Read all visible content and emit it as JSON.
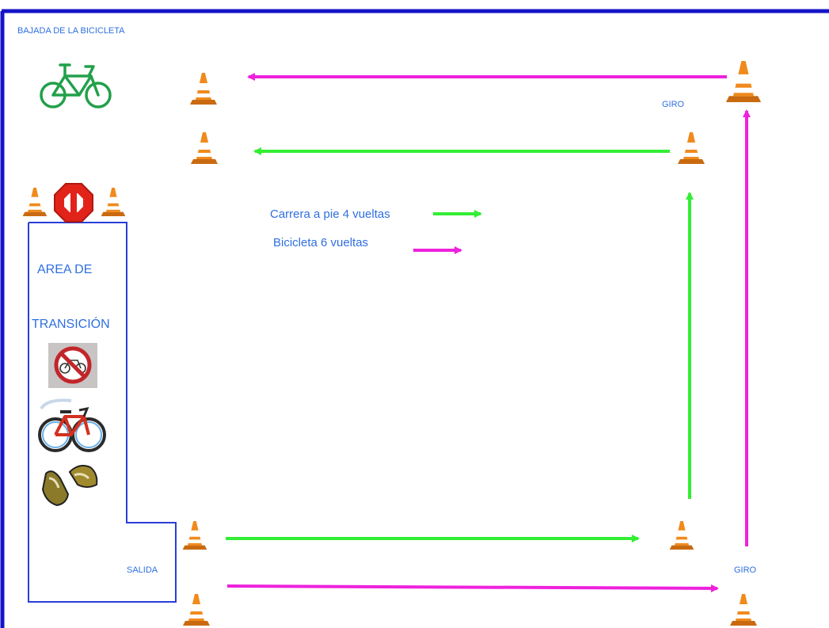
{
  "labels": {
    "bike_drop": "BAJADA DE  LA BICICLETA",
    "giro_top": "GIRO",
    "giro_bottom": "GIRO",
    "salida": "SALIDA",
    "area_line1": "AREA DE",
    "area_line2": "TRANSICIÓN"
  },
  "legend": {
    "run": "Carrera a pie 4 vueltas",
    "bike": "Bicicleta  6  vueltas"
  },
  "colors": {
    "border": "#1414c8",
    "area_outline": "#2a3fd8",
    "run_arrow": "#33ee33",
    "bike_arrow": "#ee22dd",
    "cone": "#e07a10",
    "text": "#2f6fe0"
  },
  "icons": [
    "cone-icon",
    "bicycle-icon",
    "stop-sign-icon",
    "no-bicycle-icon",
    "sneakers-icon"
  ]
}
